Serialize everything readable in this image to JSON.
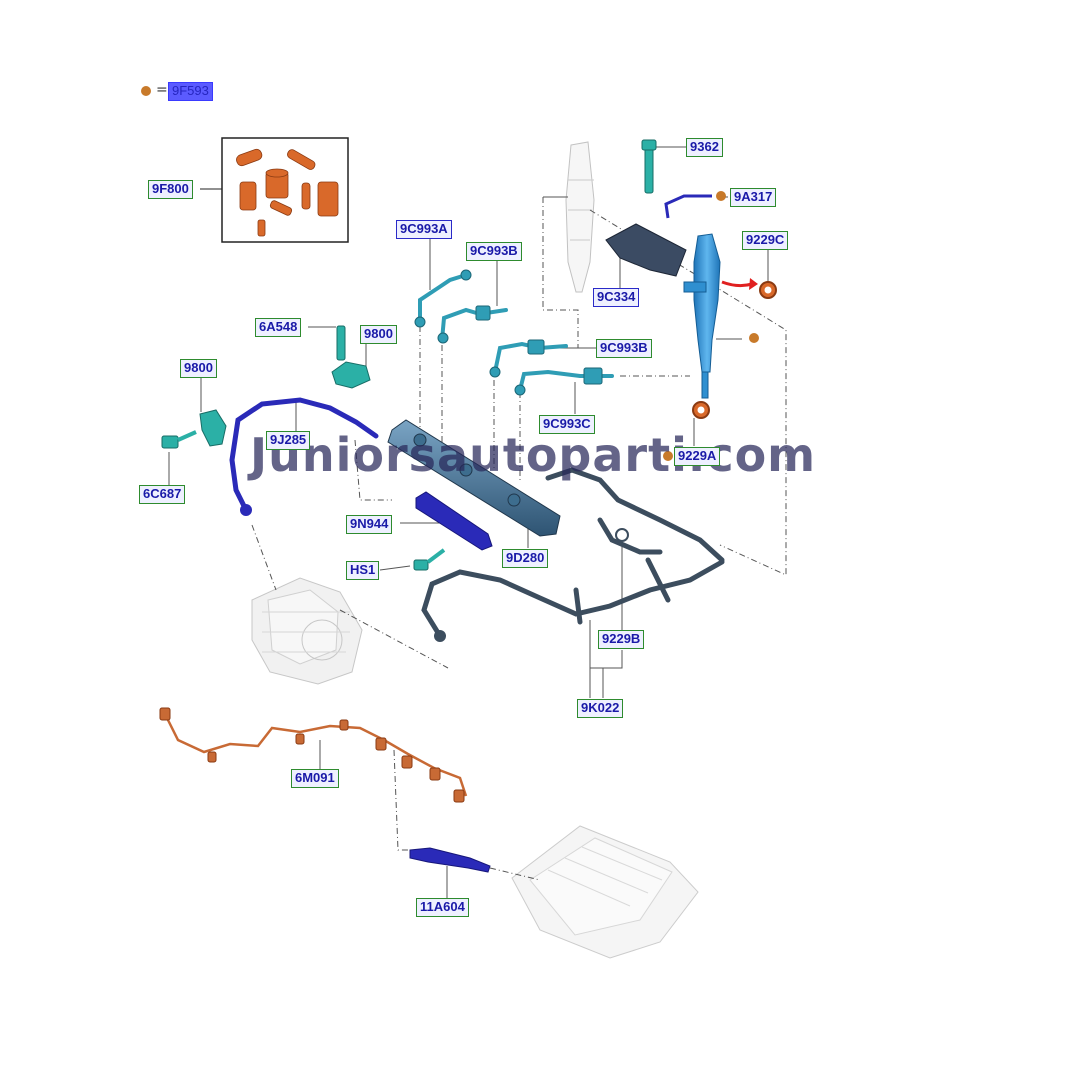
{
  "legend": {
    "equals": "=",
    "code": "9F593",
    "marker_color": "#c87a2a"
  },
  "watermark": "Juniorsautoparti.com",
  "callouts": {
    "c_9F800": "9F800",
    "c_9C993A": "9C993A",
    "c_9C993B_top": "9C993B",
    "c_9362": "9362",
    "c_9A317": "9A317",
    "c_9229C": "9229C",
    "c_9C334": "9C334",
    "c_6A548": "6A548",
    "c_9800_upper": "9800",
    "c_9800_left": "9800",
    "c_9C993B_mid": "9C993B",
    "c_9C993C": "9C993C",
    "c_9J285": "9J285",
    "c_9229A": "9229A",
    "c_6C687": "6C687",
    "c_9N944": "9N944",
    "c_9D280": "9D280",
    "c_HS1": "HS1",
    "c_9229B": "9229B",
    "c_9K022": "9K022",
    "c_6M091": "6M091",
    "c_11A604": "11A604"
  },
  "colors": {
    "rubber_part": "#d9692a",
    "fuel_line": "#2f9db5",
    "return_hose": "#2a2ab8",
    "rail": "#3d6d8e",
    "harness_orange": "#c86a35",
    "harness_black": "#3c4d5e",
    "injector": "#2f8fd0",
    "outline": "#111111"
  },
  "icons": [
    "arrow-right-red-icon",
    "dot-orange-icon"
  ]
}
